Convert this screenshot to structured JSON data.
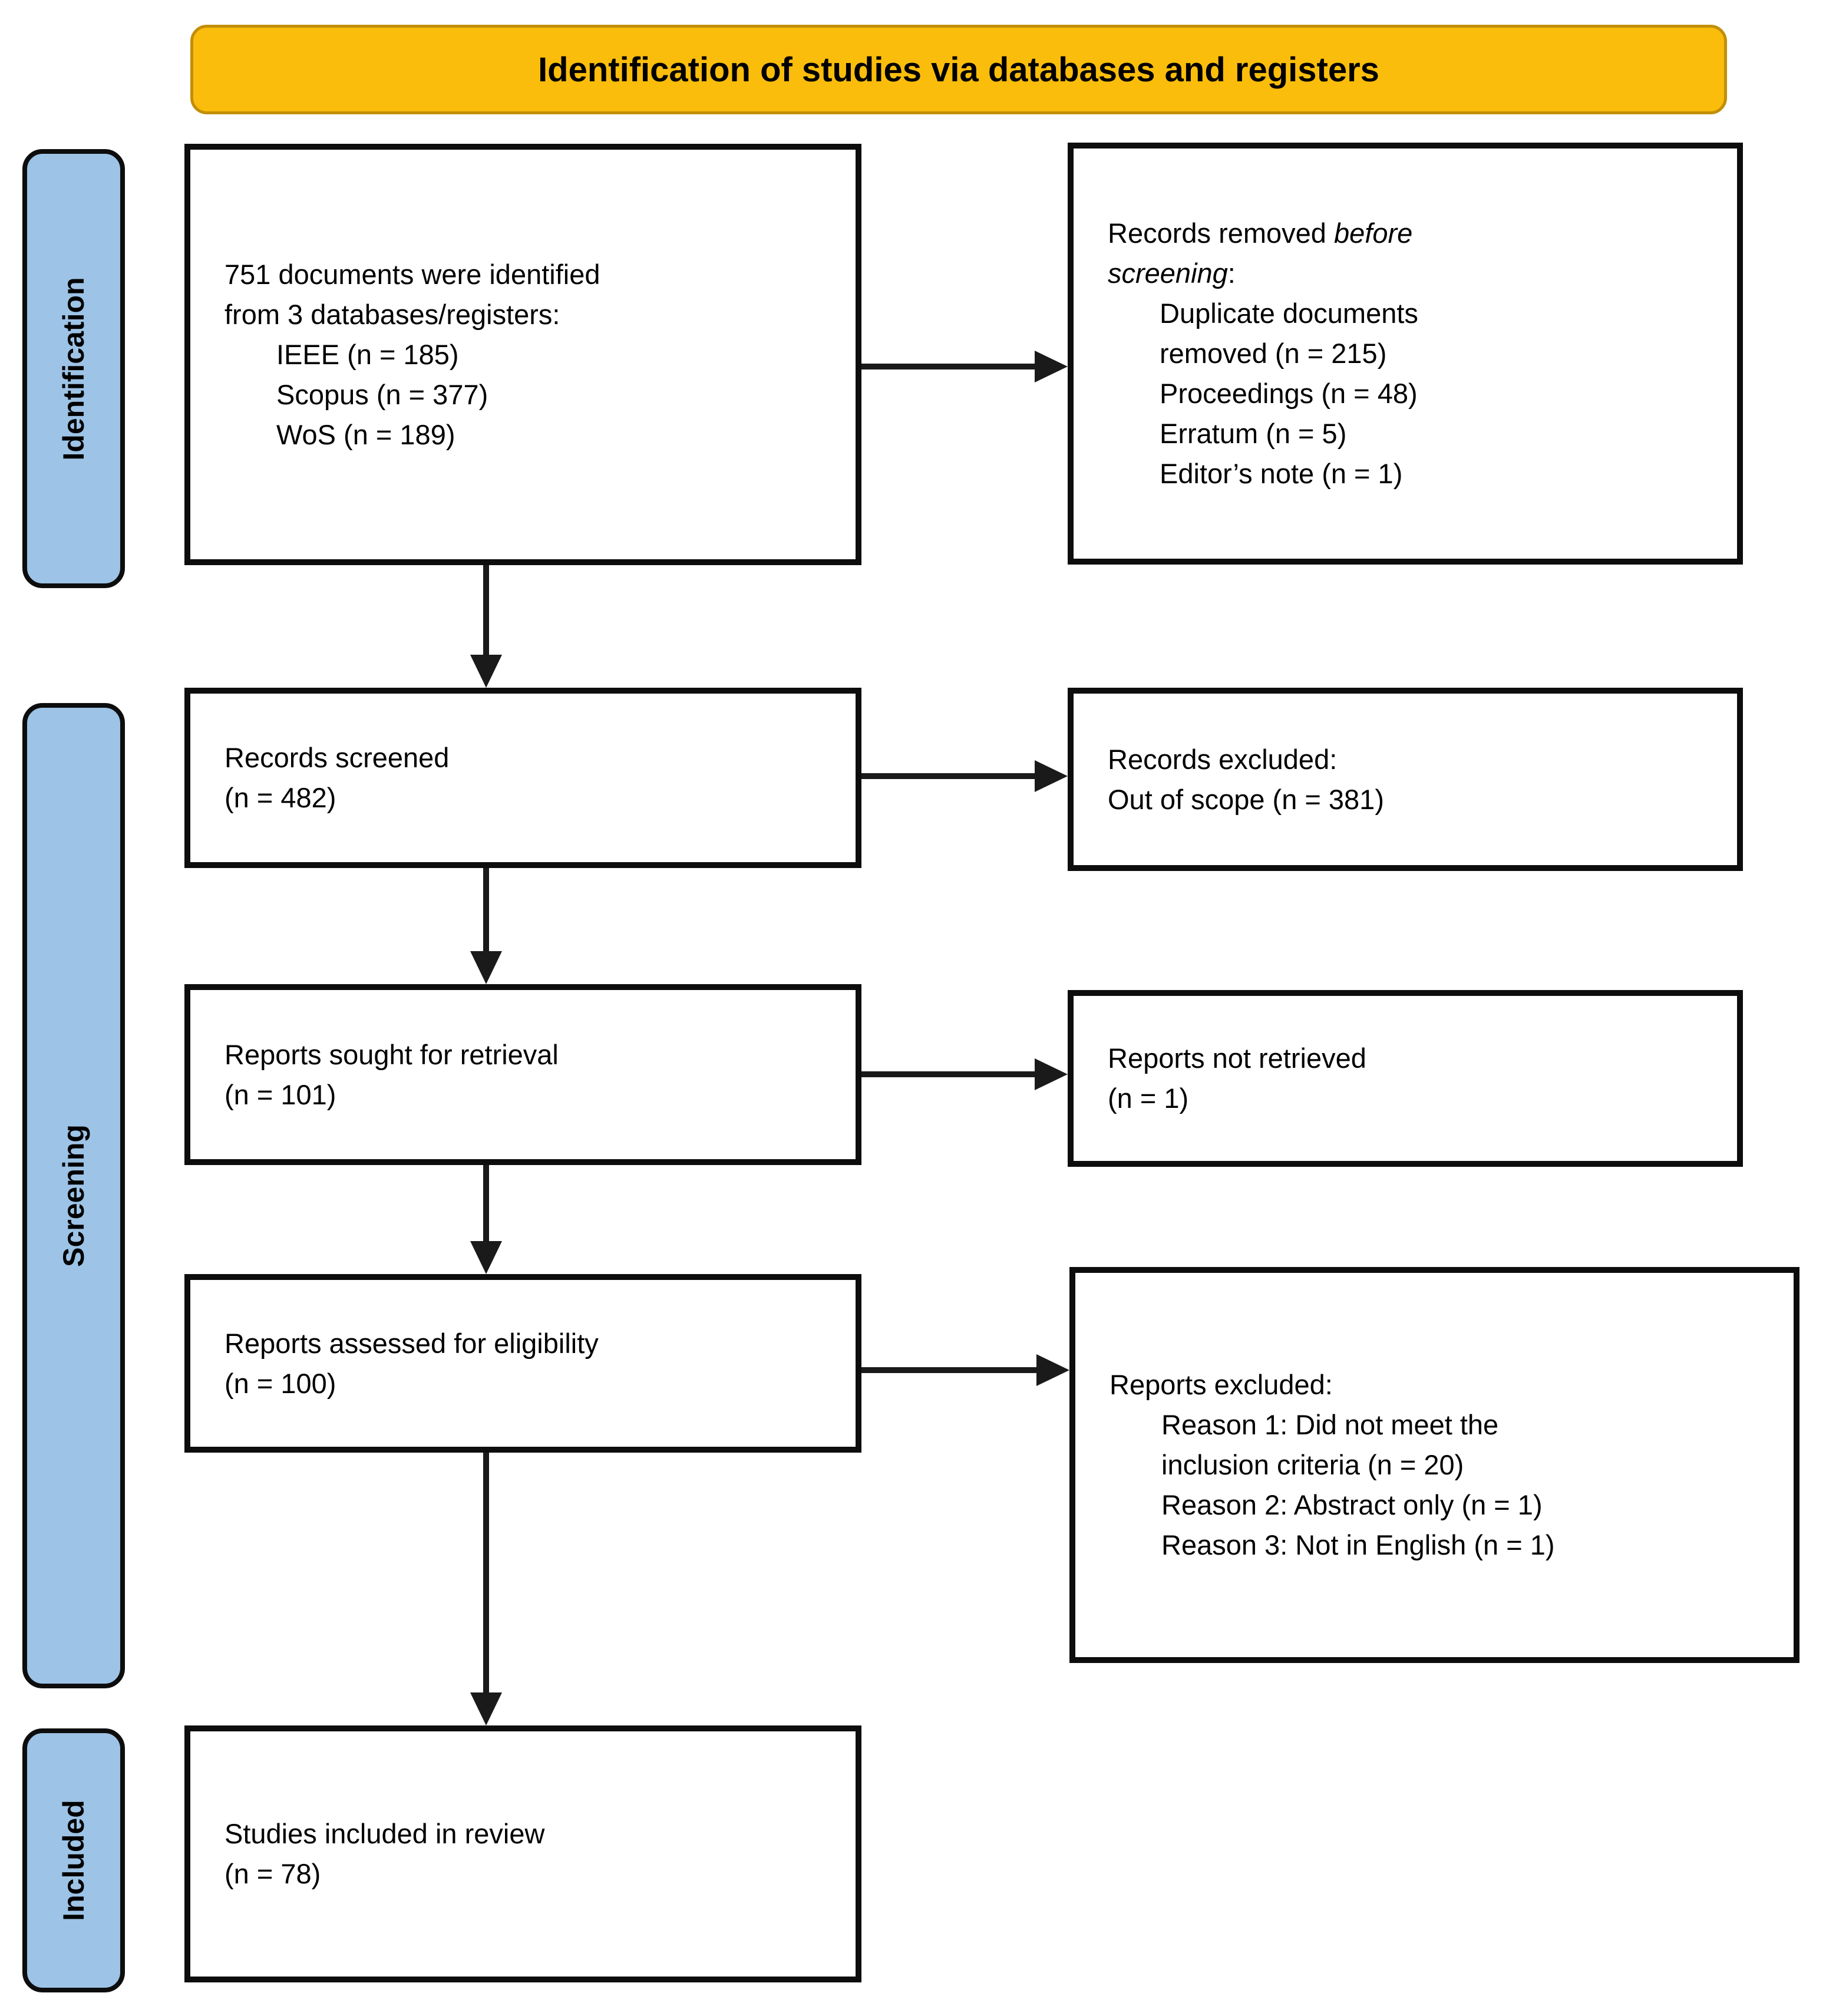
{
  "banner": {
    "title": "Identification of studies via databases and registers"
  },
  "stages": [
    {
      "label": "Identification"
    },
    {
      "label": "Screening"
    },
    {
      "label": "Included"
    }
  ],
  "flow": {
    "identified": {
      "line1": "751 documents were identified",
      "line2": "from 3 databases/registers:",
      "sources": [
        {
          "label": "IEEE (n = 185)"
        },
        {
          "label": "Scopus (n = 377)"
        },
        {
          "label": "WoS (n = 189)"
        }
      ]
    },
    "screened": {
      "line1": "Records screened",
      "line2": "(n = 482)"
    },
    "sought": {
      "line1": "Reports sought for retrieval",
      "line2": "(n = 101)"
    },
    "assessed": {
      "line1": "Reports assessed for eligibility",
      "line2": "(n = 100)"
    },
    "included": {
      "line1": "Studies included in review",
      "line2": "(n = 78)"
    }
  },
  "exclusions": {
    "removed_before_screening": {
      "lead_regular": "Records removed ",
      "lead_italic_line1": "before",
      "lead_italic_line2": "screening",
      "lead_suffix": ":",
      "items": [
        {
          "line1": "Duplicate documents",
          "line2": "removed (n = 215)"
        },
        {
          "line1": "Proceedings (n = 48)"
        },
        {
          "line1": "Erratum (n = 5)"
        },
        {
          "line1": "Editor’s note (n = 1)"
        }
      ]
    },
    "records_excluded": {
      "line1": "Records excluded:",
      "line2": "Out of scope (n = 381)"
    },
    "reports_not_retrieved": {
      "line1": "Reports not retrieved",
      "line2": "(n = 1)"
    },
    "reports_excluded": {
      "title": "Reports excluded:",
      "reasons": [
        {
          "line1": "Reason 1: Did not meet the",
          "line2": "inclusion criteria (n = 20)"
        },
        {
          "line1": "Reason 2: Abstract only (n = 1)"
        },
        {
          "line1": "Reason 3: Not in English (n = 1)"
        }
      ]
    }
  },
  "colors": {
    "banner_fill": "#FBBD0B",
    "banner_border": "#C28E08",
    "stage_fill": "#9DC3E6",
    "box_border": "#0D0D0D",
    "arrow": "#1A1A1A"
  }
}
